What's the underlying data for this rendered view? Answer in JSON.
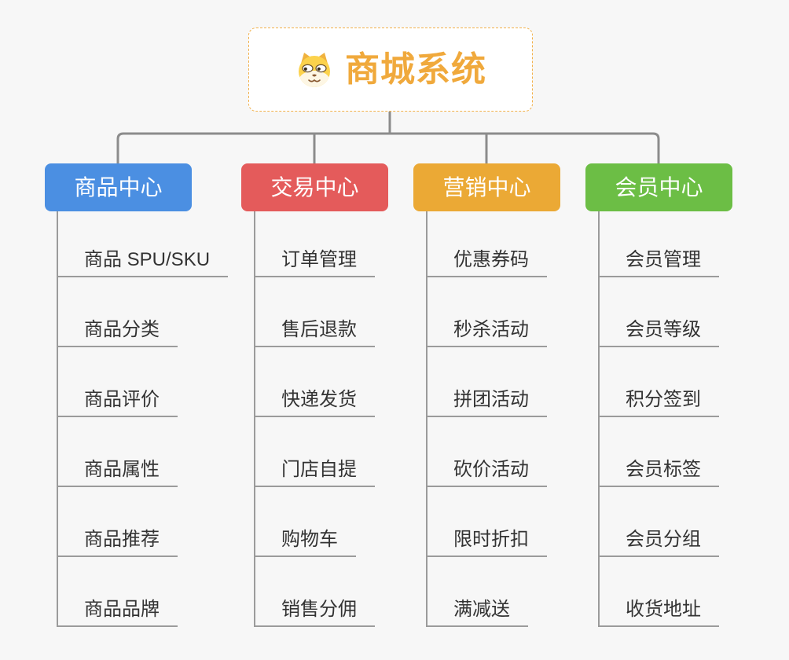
{
  "root": {
    "title": "商城系统",
    "icon": "doge-face-icon"
  },
  "branches": [
    {
      "label": "商品中心",
      "color": "#4B8FE2",
      "items": [
        "商品 SPU/SKU",
        "商品分类",
        "商品评价",
        "商品属性",
        "商品推荐",
        "商品品牌"
      ]
    },
    {
      "label": "交易中心",
      "color": "#E45B5B",
      "items": [
        "订单管理",
        "售后退款",
        "快递发货",
        "门店自提",
        "购物车",
        "销售分佣"
      ]
    },
    {
      "label": "营销中心",
      "color": "#EBA935",
      "items": [
        "优惠券码",
        "秒杀活动",
        "拼团活动",
        "砍价活动",
        "限时折扣",
        "满减送"
      ]
    },
    {
      "label": "会员中心",
      "color": "#6CBE45",
      "items": [
        "会员管理",
        "会员等级",
        "积分签到",
        "会员标签",
        "会员分组",
        "收货地址"
      ]
    }
  ],
  "colors": {
    "background": "#F7F7F7",
    "connector": "#8C8C8C",
    "child_line": "#9B9B9B",
    "root_accent": "#F0A93C",
    "root_border": "#F2B14C"
  }
}
